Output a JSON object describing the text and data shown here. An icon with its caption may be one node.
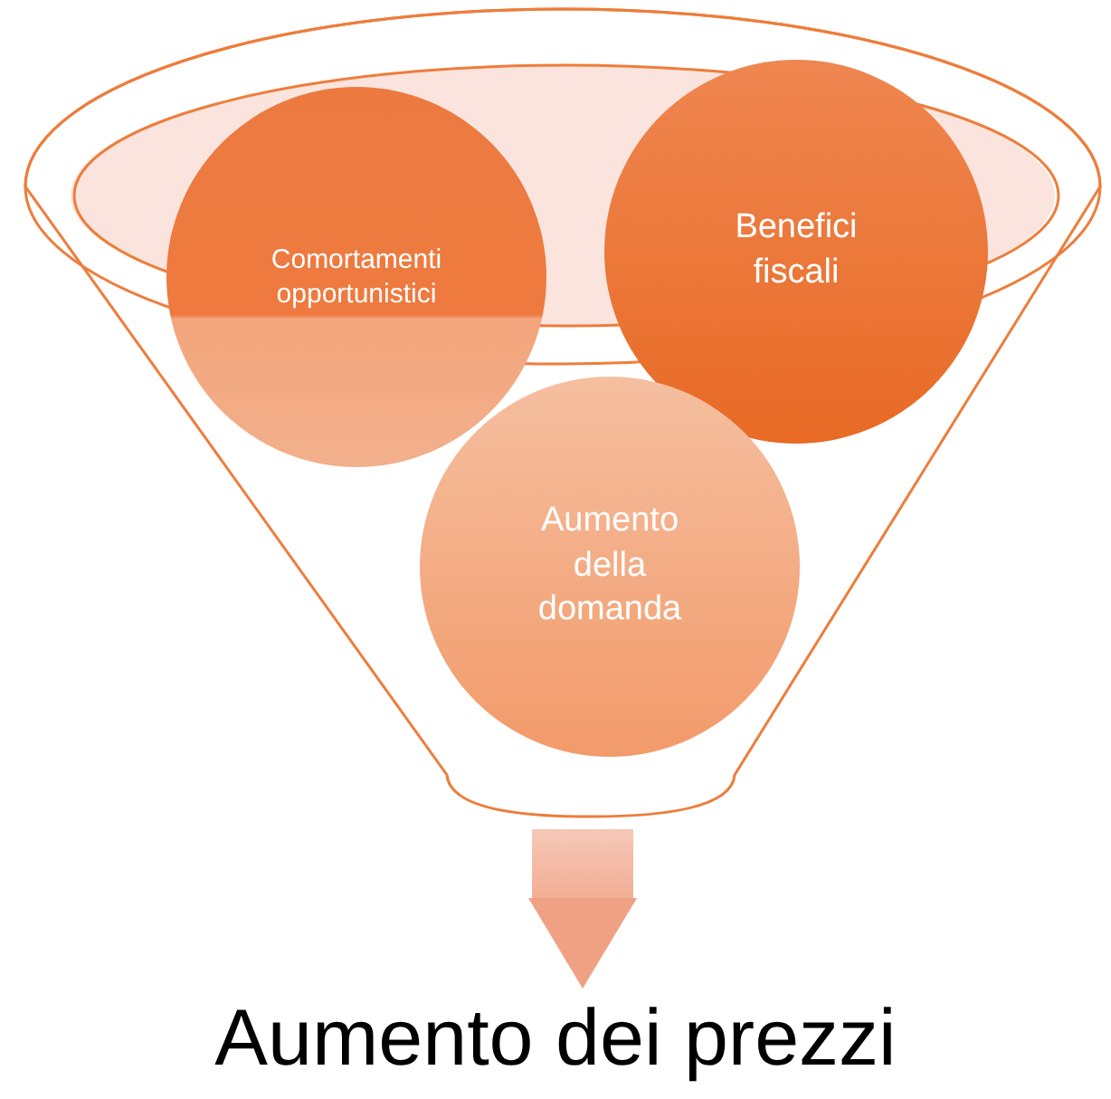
{
  "diagram": {
    "nodes": [
      {
        "text": [],
        "shape": "funnel"
      },
      {
        "text": [
          "Comortamenti opportunistici"
        ],
        "in": 0
      },
      {
        "text": [
          "Benefici fiscali"
        ],
        "in": 0
      },
      {
        "text": [
          "Aumento della domanda"
        ],
        "in": 0
      },
      {
        "text": [
          "Aumento dei prezzi"
        ]
      }
    ],
    "edges": [
      {
        "from": 0,
        "to": 4,
        "arrow": "to",
        "style": "thick"
      }
    ]
  }
}
